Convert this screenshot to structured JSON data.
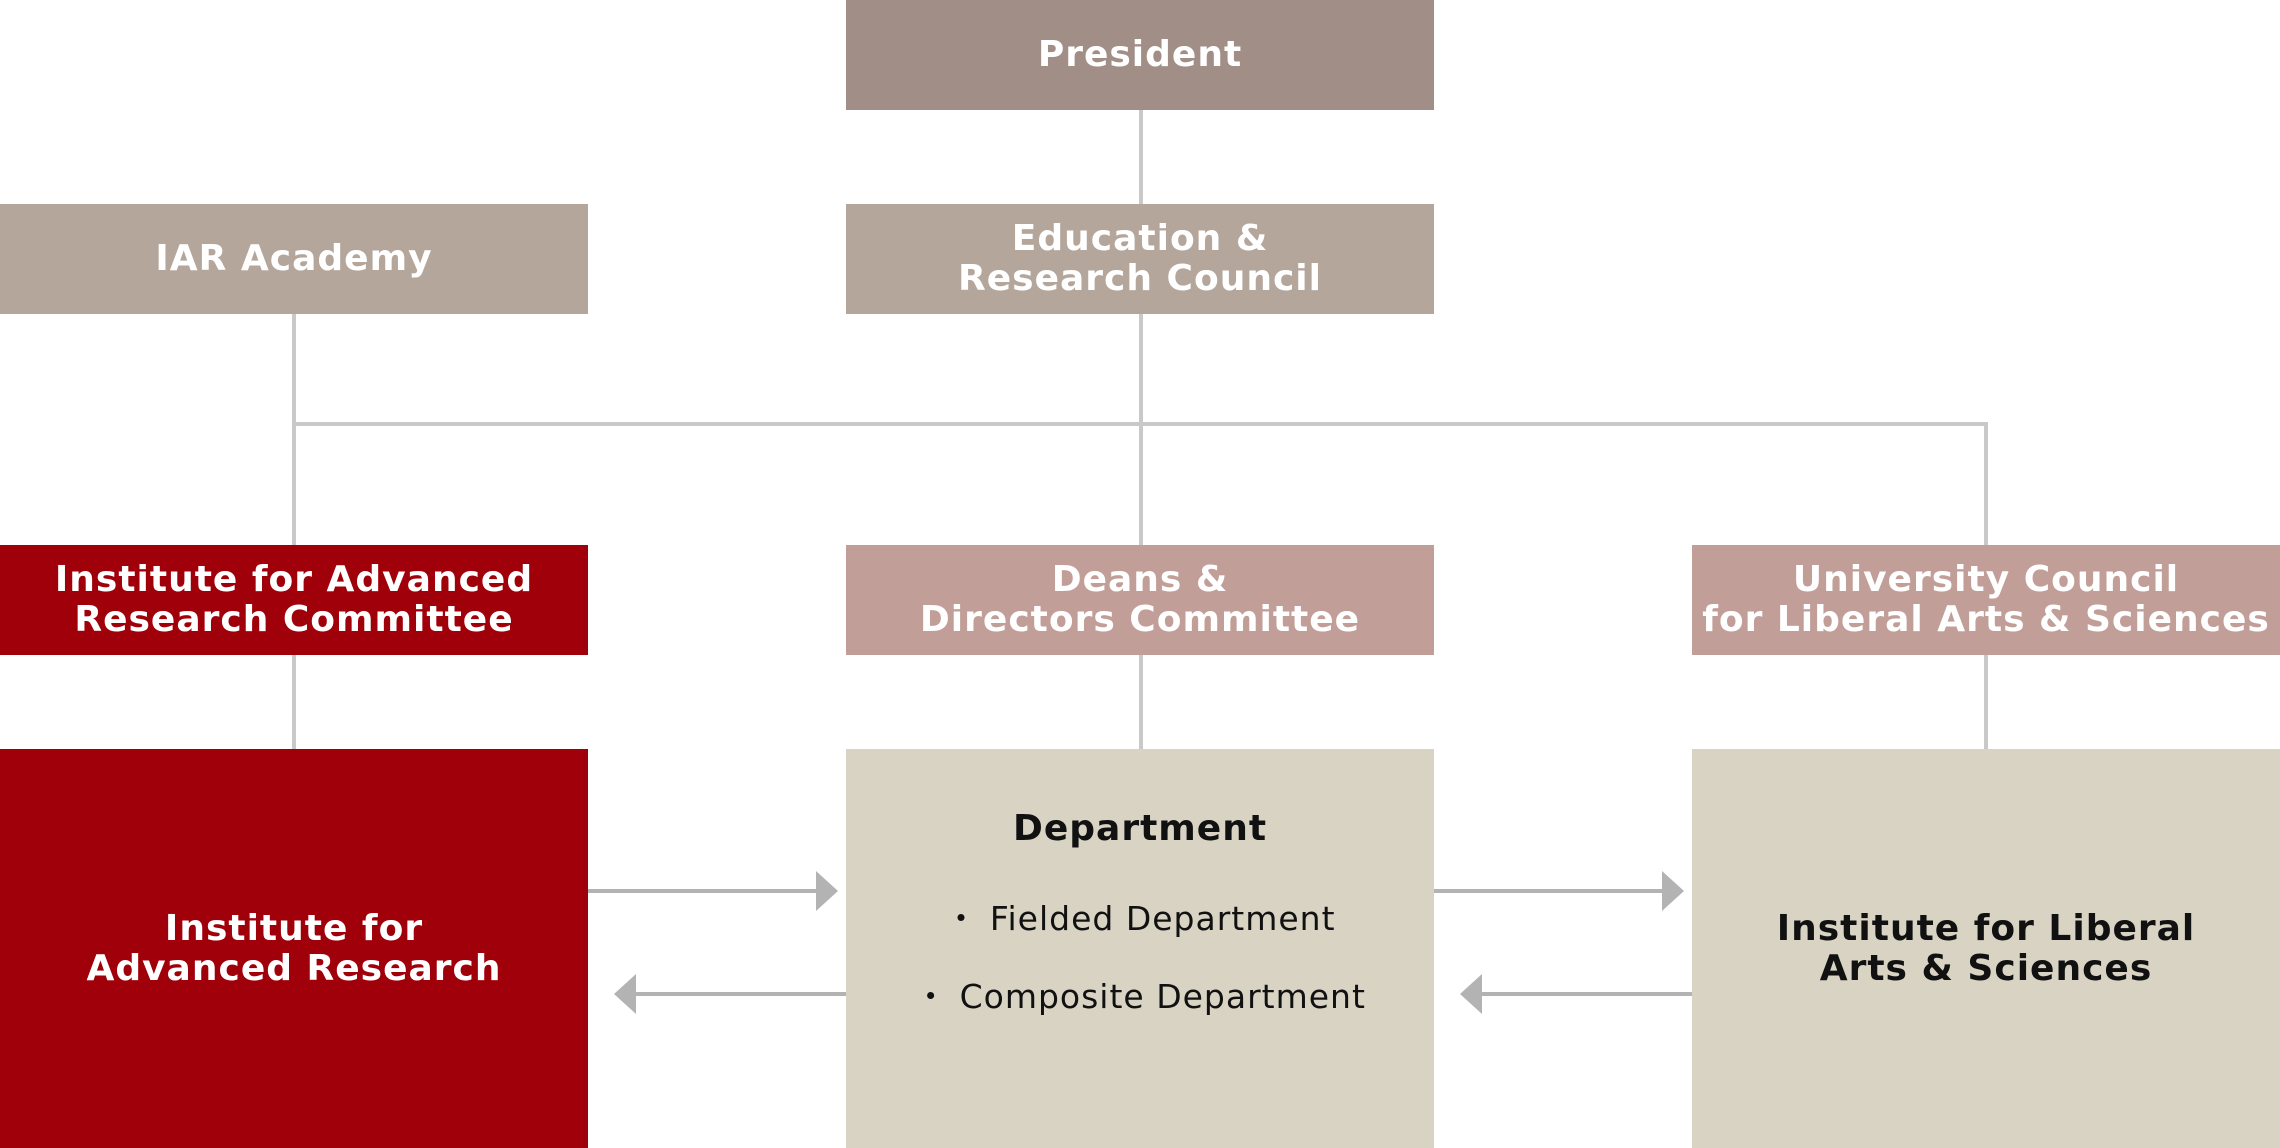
{
  "nodes": {
    "president": "President",
    "iar_academy": "IAR Academy",
    "education_council": [
      "Education &",
      "Research Council"
    ],
    "iar_committee": [
      "Institute for Advanced",
      "Research Committee"
    ],
    "deans_committee": [
      "Deans &",
      "Directors Committee"
    ],
    "university_council": [
      "University Council",
      "for Liberal Arts & Sciences"
    ],
    "iar": [
      "Institute for",
      "Advanced Research"
    ],
    "department": {
      "title": "Department",
      "items": [
        "・ Fielded Department",
        "・ Composite Department"
      ]
    },
    "liberal_arts": [
      "Institute for Liberal",
      "Arts & Sciences"
    ]
  },
  "colors": {
    "top": "#a18f87",
    "mid": "#b5a69c",
    "pink": "#c29e98",
    "red": "#a0000a",
    "beige": "#d8d3c3",
    "connector": "#c9c9c9",
    "arrow": "#b3b3b3"
  }
}
